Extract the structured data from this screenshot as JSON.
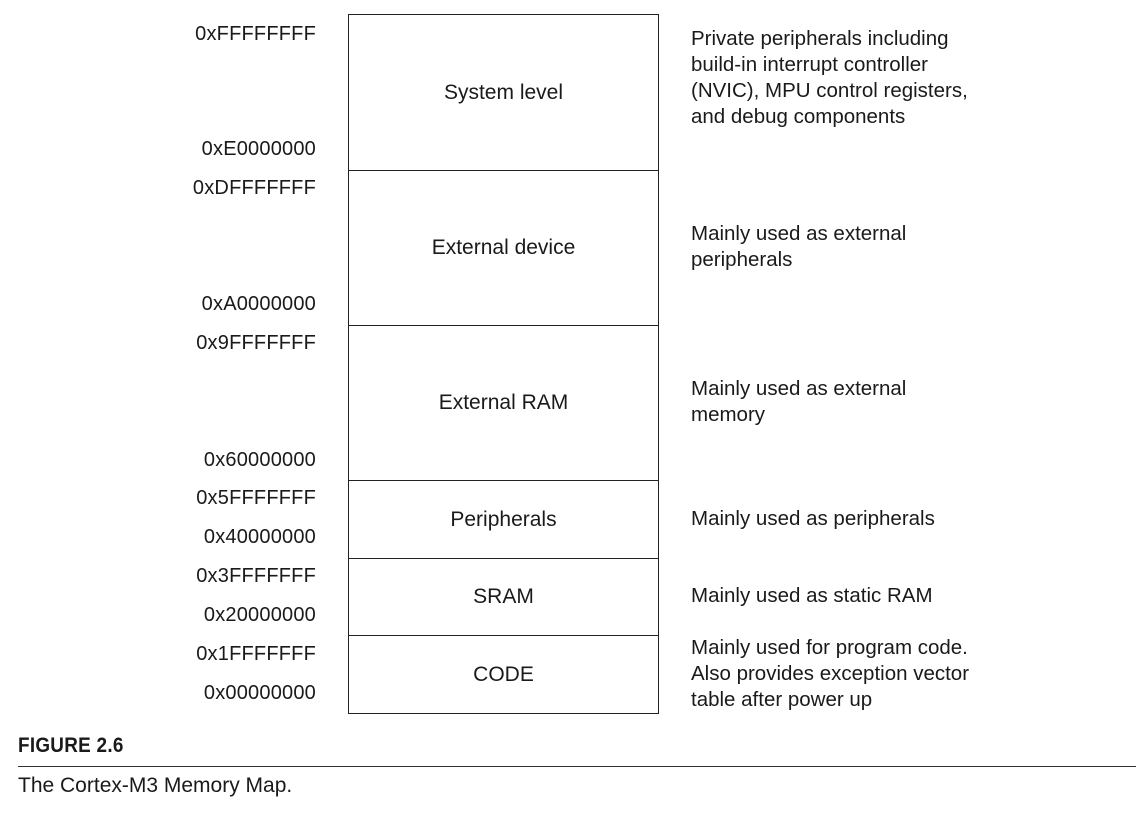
{
  "regions": [
    {
      "name": "System level",
      "start": "0xE0000000",
      "end": "0xFFFFFFFF",
      "description": "Private peripherals including build-in interrupt controller (NVIC), MPU control registers, and debug components"
    },
    {
      "name": "External device",
      "start": "0xA0000000",
      "end": "0xDFFFFFFF",
      "description": "Mainly used as external peripherals"
    },
    {
      "name": "External RAM",
      "start": "0x60000000",
      "end": "0x9FFFFFFF",
      "description": "Mainly used as external memory"
    },
    {
      "name": "Peripherals",
      "start": "0x40000000",
      "end": "0x5FFFFFFF",
      "description": "Mainly used as peripherals"
    },
    {
      "name": "SRAM",
      "start": "0x20000000",
      "end": "0x3FFFFFFF",
      "description": "Mainly used as static RAM"
    },
    {
      "name": "CODE",
      "start": "0x00000000",
      "end": "0x1FFFFFFF",
      "description": "Mainly used for program code. Also provides exception vector table after power up"
    }
  ],
  "figure": {
    "label": "FIGURE 2.6",
    "caption": "The Cortex-M3 Memory Map."
  }
}
